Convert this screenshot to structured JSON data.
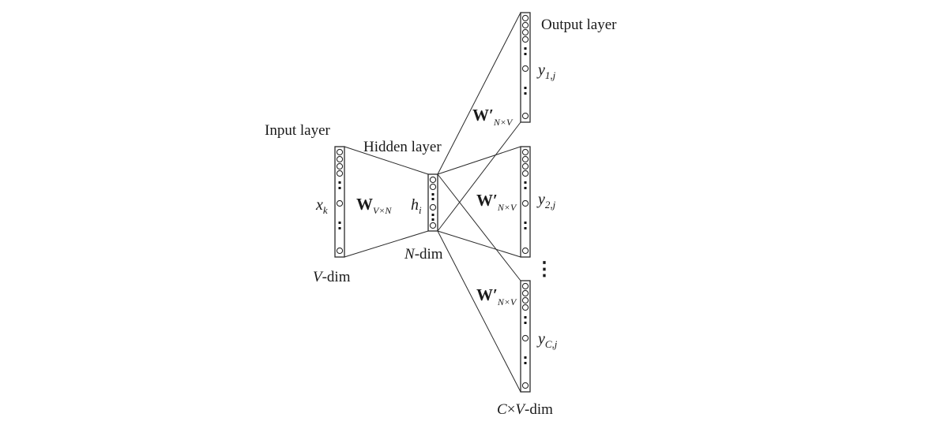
{
  "diagram": {
    "input_layer_label": "Input layer",
    "hidden_layer_label": "Hidden layer",
    "output_layer_label": "Output layer",
    "input_var": "x",
    "input_var_sub": "k",
    "input_dim_var": "V",
    "input_dim_suffix": "-dim",
    "hidden_var": "h",
    "hidden_var_sub": "i",
    "hidden_dim_var": "N",
    "hidden_dim_suffix": "-dim",
    "weight_in_main": "W",
    "weight_in_sub": "V×N",
    "weight_out_main": "W′",
    "weight_out_sub": "N×V",
    "output_1_var": "y",
    "output_1_sub": "1,j",
    "output_2_var": "y",
    "output_2_sub": "2,j",
    "output_c_var": "y",
    "output_c_sub": "C,j",
    "vertical_ellipsis": "⋮",
    "output_dim_c": "C",
    "output_dim_times": "×",
    "output_dim_v": "V",
    "output_dim_suffix": "-dim"
  }
}
